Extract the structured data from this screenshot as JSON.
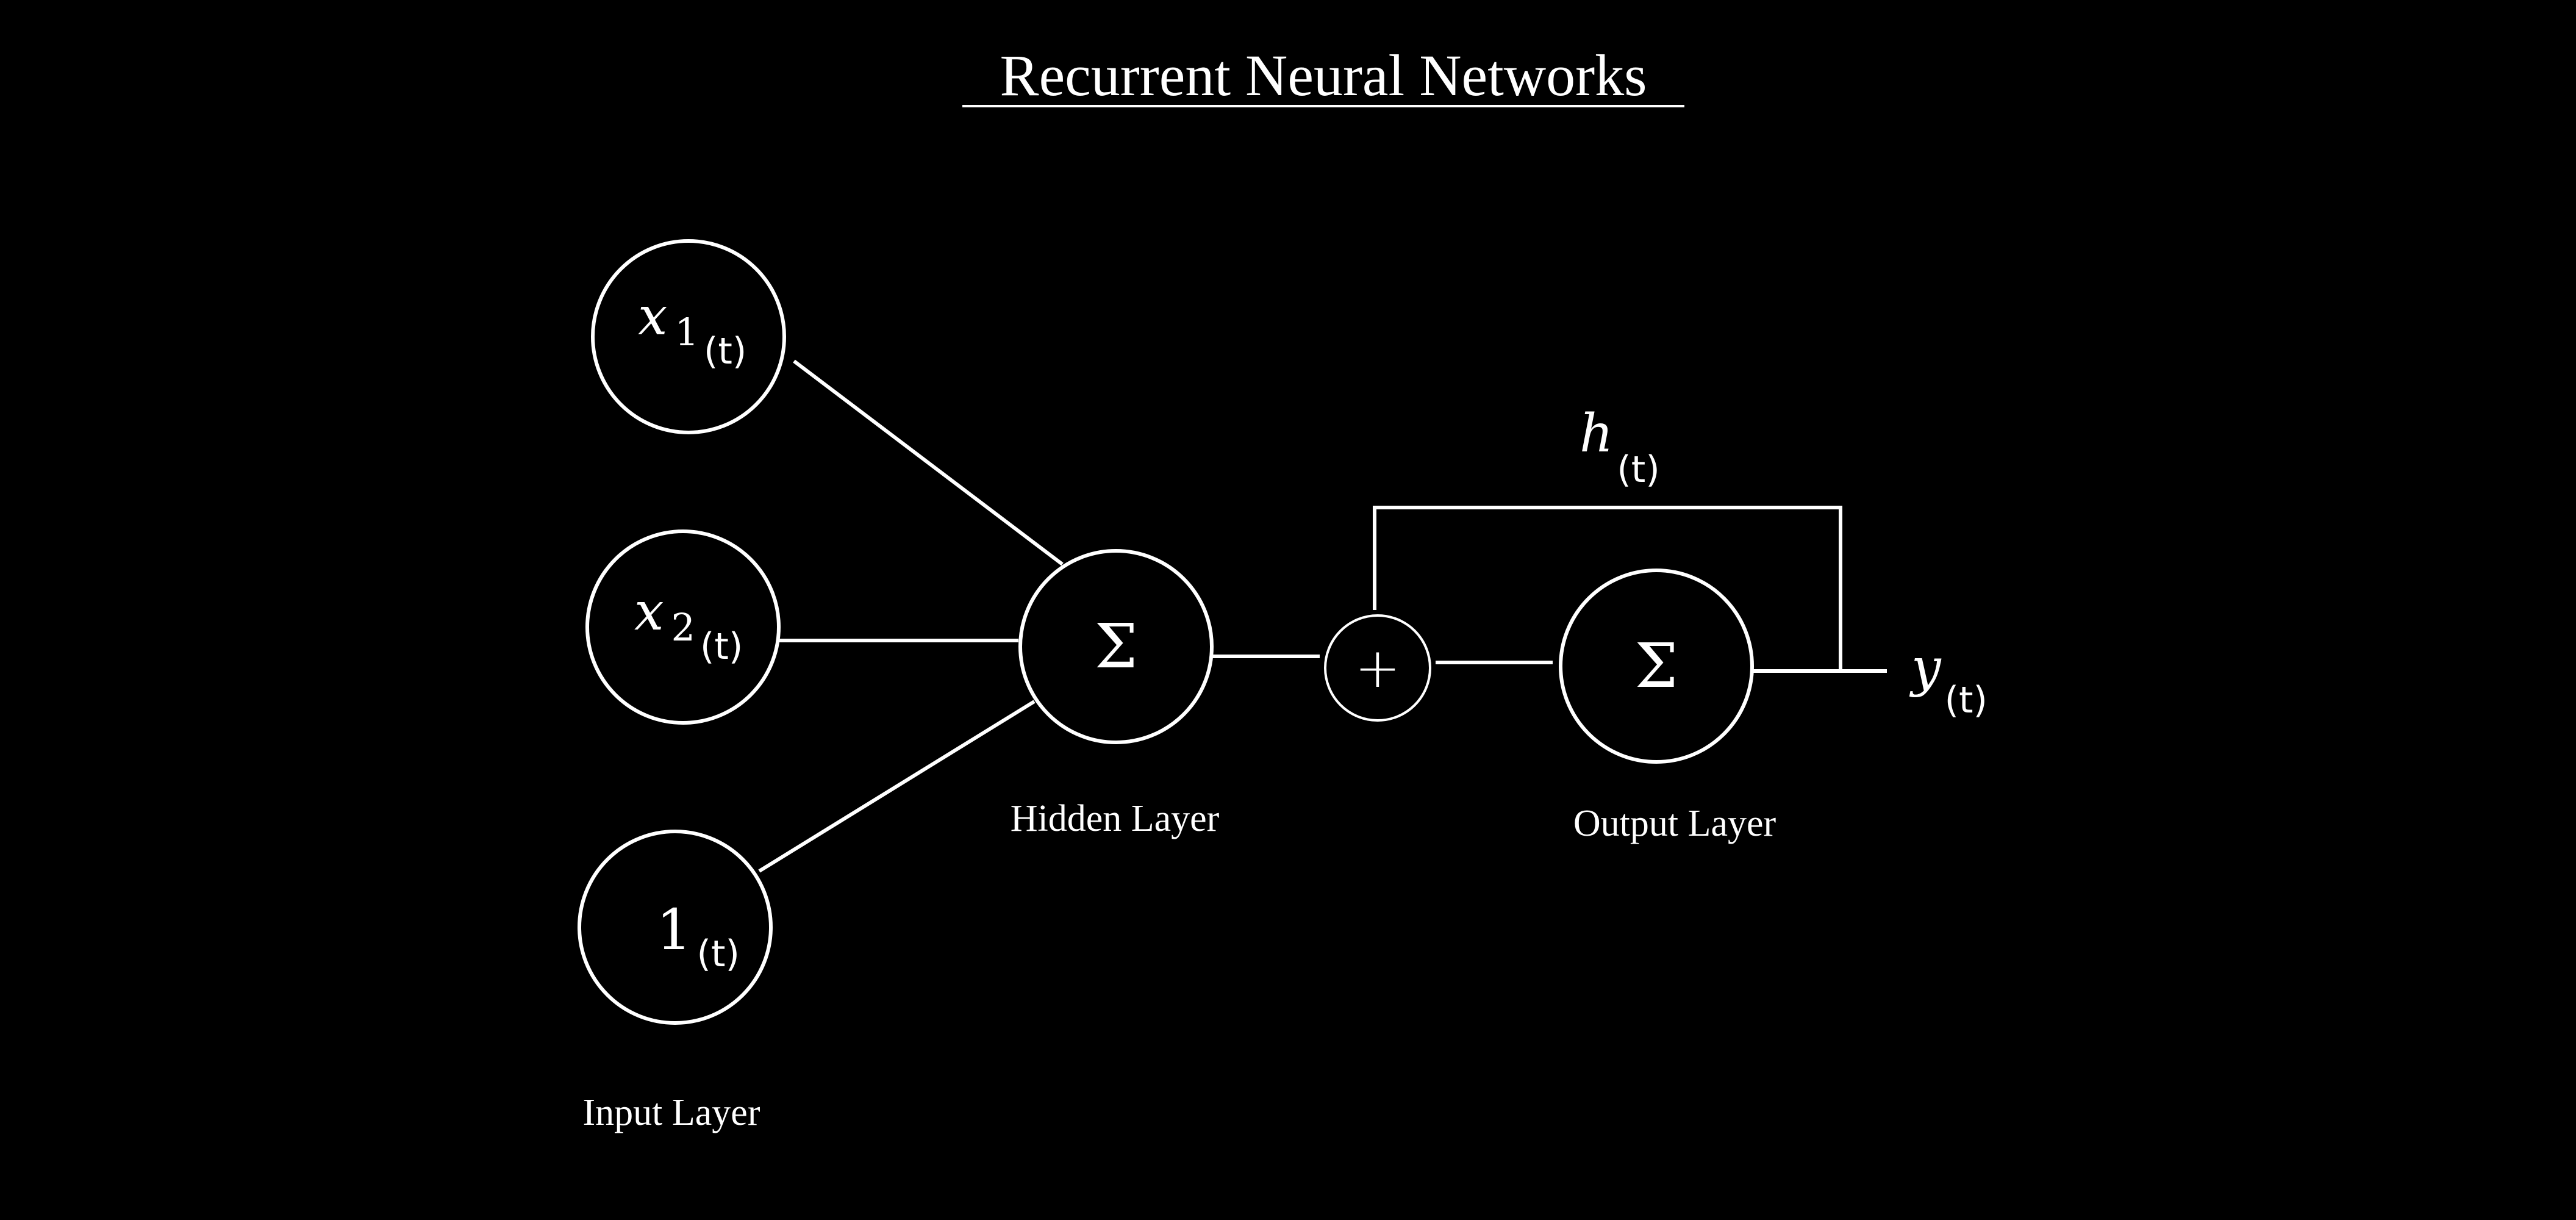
{
  "title": "Recurrent Neural Networks",
  "colors": {
    "background": "#000000",
    "foreground": "#ffffff"
  },
  "labels": {
    "input_layer": "Input Layer",
    "hidden_layer": "Hidden Layer",
    "output_layer": "Output Layer"
  },
  "nodes": {
    "x1": {
      "var": "x",
      "index": "1",
      "time": "(t)"
    },
    "x2": {
      "var": "x",
      "index": "2",
      "time": "(t)"
    },
    "bias": {
      "value": "1",
      "time": "(t)"
    },
    "hidden": {
      "symbol": "Σ"
    },
    "adder": {
      "symbol": "+"
    },
    "output": {
      "symbol": "Σ"
    }
  },
  "feedback": {
    "var": "h",
    "time": "(t)"
  },
  "output_signal": {
    "var": "y",
    "time": "(t)"
  }
}
